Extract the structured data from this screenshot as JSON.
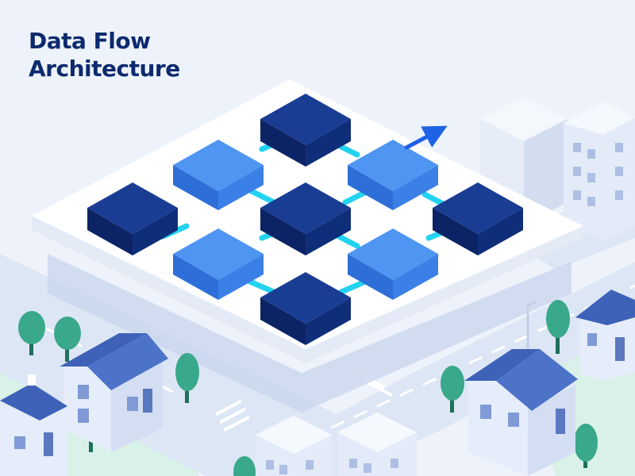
{
  "title": {
    "line1": "Data Flow",
    "line2": "Architecture"
  },
  "colors": {
    "background": "#eef3fb",
    "title": "#0d2a6e",
    "platform": "#ffffff",
    "block_dark": "#0f2e7a",
    "block_light": "#3f86ec",
    "connector": "#22d3f0",
    "arrow": "#1e63e6",
    "road": "#dde6f5",
    "grass": "#d9f1e8",
    "tree": "#3aa88a",
    "roof": "#3d62b8",
    "building": "#dfe7f6"
  },
  "diagram": {
    "grid": [
      [
        "dark",
        "light",
        "dark"
      ],
      [
        "light",
        "dark",
        "light"
      ],
      [
        "dark",
        "light",
        "dark"
      ]
    ],
    "output_arrow_icon": "arrow-up-right-icon"
  }
}
